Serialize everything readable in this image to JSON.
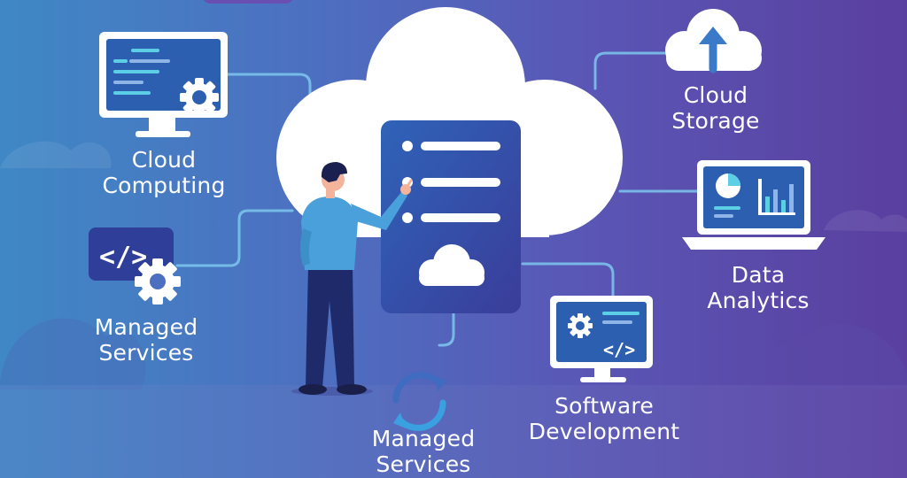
{
  "labels": {
    "cloud_computing": [
      "Cloud",
      "Computing"
    ],
    "managed_services_left": [
      "Managed",
      "Services"
    ],
    "managed_services_bottom": [
      "Managed",
      "Services"
    ],
    "cloud_storage": [
      "Cloud",
      "Storage"
    ],
    "data_analytics": [
      "Data",
      "Analytics"
    ],
    "software_development": [
      "Software",
      "Development"
    ]
  },
  "code_glyph": "</>",
  "colors": {
    "bg_left": "#3f88c5",
    "bg_right": "#5a3f9f",
    "screen_blue": "#2d5fb0",
    "panel_navy": "#2e3e99",
    "accent_cyan": "#5ccfe6",
    "white": "#ffffff"
  },
  "icons": [
    "cloud-icon",
    "monitor-icon",
    "gear-icon",
    "code-icon",
    "cloud-upload-icon",
    "laptop-icon",
    "pie-chart-icon",
    "bar-chart-icon",
    "document-icon",
    "refresh-icon",
    "person-icon"
  ]
}
